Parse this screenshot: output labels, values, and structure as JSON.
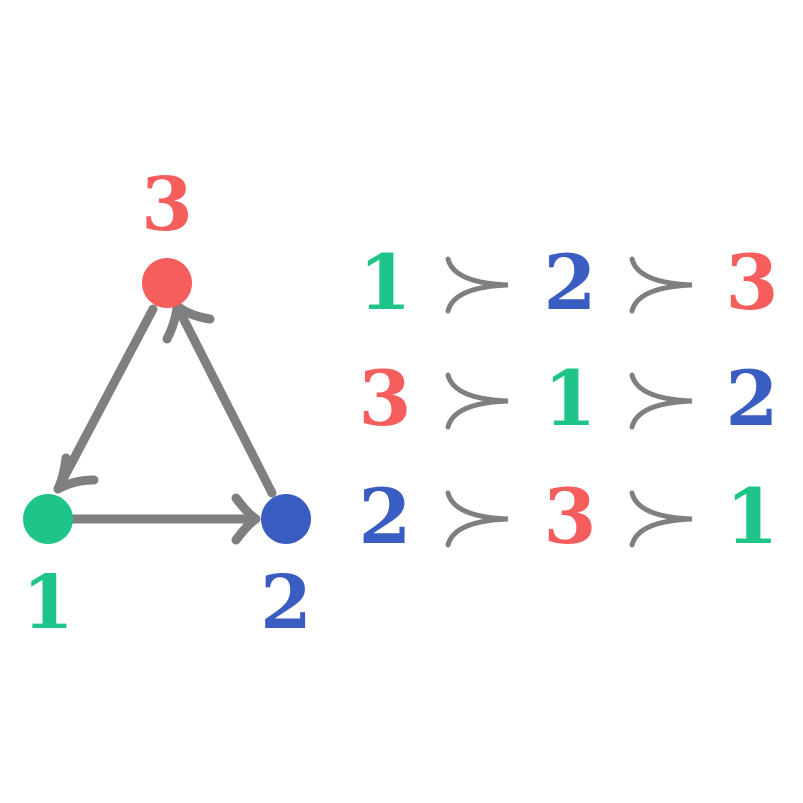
{
  "colors": {
    "node1": "#1fc489",
    "node2": "#3a5dc2",
    "node3": "#f65e5d",
    "edge": "#7f7f7f",
    "succ": "#7f7f7f"
  },
  "nodes": {
    "n1": {
      "label": "1"
    },
    "n2": {
      "label": "2"
    },
    "n3": {
      "label": "3"
    }
  },
  "preferences": [
    {
      "order": [
        "1",
        "2",
        "3"
      ]
    },
    {
      "order": [
        "3",
        "1",
        "2"
      ]
    },
    {
      "order": [
        "2",
        "3",
        "1"
      ]
    }
  ],
  "edges": [
    {
      "from": "1",
      "to": "2"
    },
    {
      "from": "2",
      "to": "3"
    },
    {
      "from": "3",
      "to": "1"
    }
  ]
}
